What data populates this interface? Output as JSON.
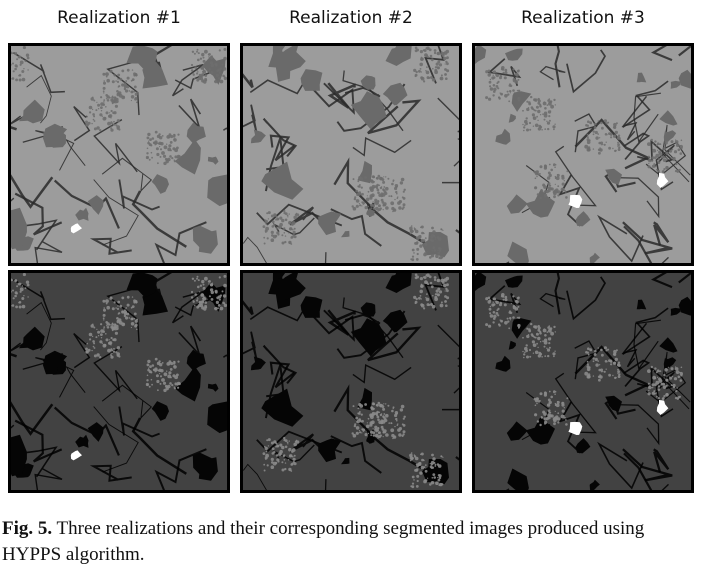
{
  "figure": {
    "columns": [
      {
        "title": "Realization #1"
      },
      {
        "title": "Realization #2"
      },
      {
        "title": "Realization #3"
      }
    ],
    "rows": [
      "grayscale-realization",
      "segmented-image"
    ],
    "colors": {
      "grain_gray": "#9c9c9c",
      "pore_dark_gray": "#6a6a6a",
      "grain_segmented": "#424242",
      "pore_segmented": "#050505",
      "bright_phase": "#ffffff",
      "clay_texture": "#8a8a8a"
    }
  },
  "caption": {
    "label": "Fig. 5.",
    "text": " Three realizations and their corresponding segmented images produced using HYPPS algorithm."
  }
}
